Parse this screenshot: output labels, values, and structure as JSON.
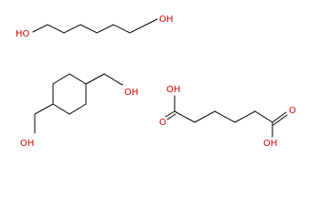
{
  "colors": {
    "background": "#ffffff",
    "bond": "#000000",
    "heteroatom": "#d40000"
  },
  "molecules": [
    {
      "id": "hexanediol",
      "labels": {
        "left_oh": "HO",
        "right_oh": "OH"
      }
    },
    {
      "id": "cyclohexanedimethanol",
      "labels": {
        "top_oh": "OH",
        "bottom_oh": "OH"
      }
    },
    {
      "id": "adipic-acid",
      "labels": {
        "o_upper_carbonyl": "O",
        "oh_upper": "OH",
        "o_lower_carbonyl": "O",
        "oh_lower": "OH"
      }
    }
  ]
}
